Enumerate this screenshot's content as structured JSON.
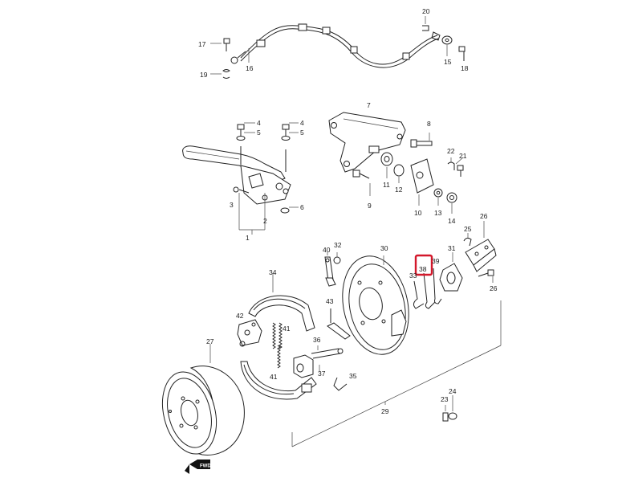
{
  "labels": {
    "p1": "1",
    "p2": "2",
    "p3": "3",
    "p4a": "4",
    "p4b": "4",
    "p5a": "5",
    "p5b": "5",
    "p6": "6",
    "p7": "7",
    "p8": "8",
    "p9": "9",
    "p10": "10",
    "p11": "11",
    "p12": "12",
    "p13": "13",
    "p14": "14",
    "p15": "15",
    "p16": "16",
    "p17": "17",
    "p18": "18",
    "p19": "19",
    "p20": "20",
    "p21": "21",
    "p22": "22",
    "p23": "23",
    "p24": "24",
    "p25": "25",
    "p26a": "26",
    "p26b": "26",
    "p27": "27",
    "p29": "29",
    "p30": "30",
    "p31": "31",
    "p32": "32",
    "p33": "33",
    "p34": "34",
    "p35": "35",
    "p36": "36",
    "p37": "37",
    "p38": "38",
    "p39": "39",
    "p40": "40",
    "p41a": "41",
    "p41b": "41",
    "p42": "42",
    "p43": "43"
  },
  "highlight": {
    "part": "38",
    "color": "#d3182b"
  },
  "direction_marker": "FWD"
}
